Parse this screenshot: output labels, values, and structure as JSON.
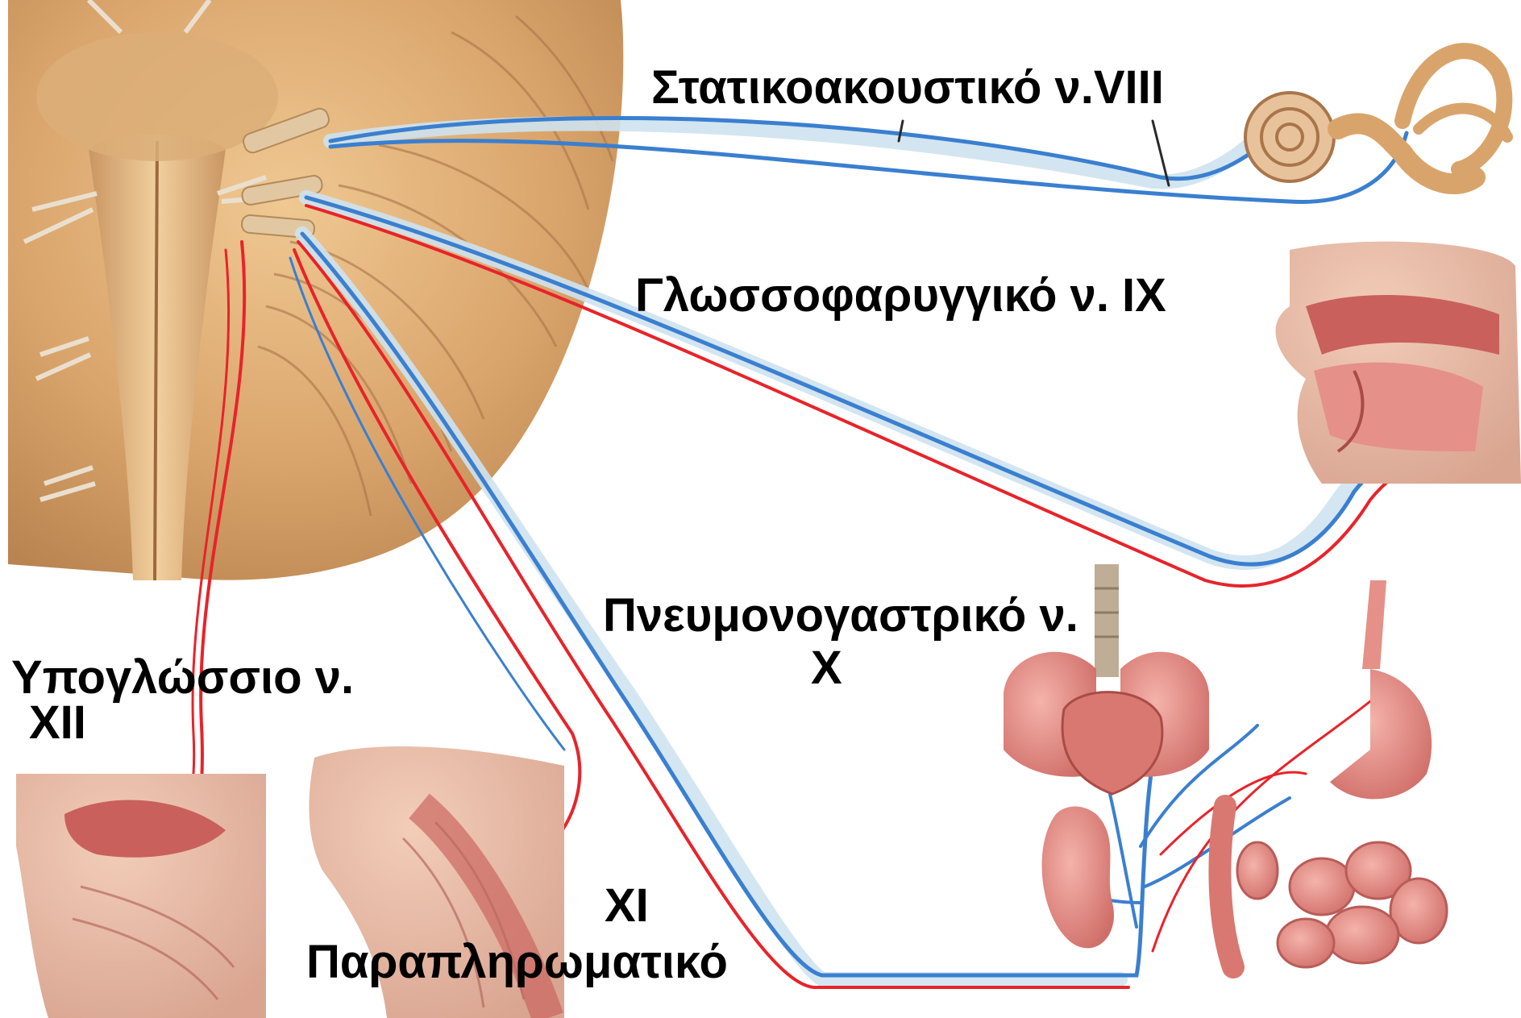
{
  "labels": {
    "viii": "Στατικοακουστικό ν.VIII",
    "ix": "Γλωσσοφαρυγγικό ν. IX",
    "x_line1": "Πνευμονογαστρικό ν.",
    "x_line2": "X",
    "xii_line1": "Υπογλώσσιο ν.",
    "xii_line2": "XII",
    "xi_line1": "XI",
    "xi_line2": "Παραπληρωματικό"
  },
  "colors": {
    "motor_nerve": "#e8232a",
    "sensory_nerve": "#3a7fd0",
    "nerve_sheath": "#cfe3ef",
    "brainstem": "#e3b57f",
    "brainstem_shade": "#b98450",
    "organ_pink": "#e59088",
    "organ_dark": "#c9605c"
  }
}
